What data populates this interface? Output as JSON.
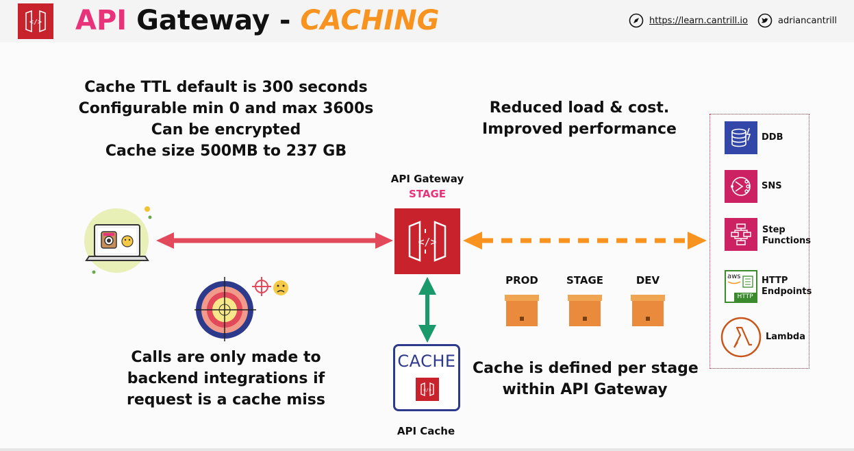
{
  "header": {
    "title_api": "API",
    "title_gateway": " Gateway - ",
    "title_caching": "CACHING",
    "site_url": "https://learn.cantrill.io",
    "twitter_handle": "adriancantrill"
  },
  "facts": {
    "line1": "Cache TTL default is 300 seconds",
    "line2": "Configurable min 0 and max 3600s",
    "line3": "Can be encrypted",
    "line4": "Cache size 500MB to 237 GB"
  },
  "benefits": {
    "line1": "Reduced load & cost.",
    "line2": "Improved performance"
  },
  "gateway": {
    "label": "API Gateway",
    "stage": "STAGE"
  },
  "cache": {
    "word": "CACHE",
    "label": "API Cache"
  },
  "stages": [
    "PROD",
    "STAGE",
    "DEV"
  ],
  "per_stage": {
    "line1": "Cache is defined per stage",
    "line2": "within API Gateway"
  },
  "miss_note": {
    "line1": "Calls are only made to",
    "line2": "backend integrations if",
    "line3": "request is a cache miss"
  },
  "services": {
    "ddb": "DDB",
    "sns": "SNS",
    "step_line1": "Step",
    "step_line2": "Functions",
    "http_line1": "HTTP",
    "http_line2": "Endpoints",
    "http_badge": "HTTP",
    "http_aws": "aws",
    "lambda": "Lambda"
  },
  "colors": {
    "aws_red": "#c8232c",
    "pink": "#e8337a",
    "orange": "#f7931e",
    "arrow_left": "#e2495a",
    "arrow_cache": "#1a9a6a",
    "cache_blue": "#2d3a8c",
    "ddb_blue": "#3347a8",
    "sns_pink": "#cc2264",
    "http_green": "#3b8b2e",
    "lambda_orange": "#c8561b",
    "box_orange": "#e98a3c"
  }
}
